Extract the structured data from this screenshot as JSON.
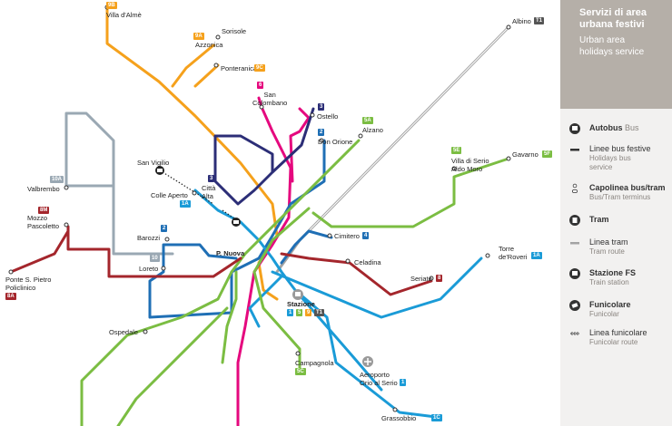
{
  "legend": {
    "title": "Servizi di area\nurbana festivi",
    "subtitle": "Urban area\nholidays service",
    "items": [
      {
        "icon": "bus-icon",
        "main": "Autobus",
        "en": "Bus"
      },
      {
        "icon": "holiday-bus-line-icon",
        "main": "Linee bus festive",
        "en": "Holidays bus\nservice"
      },
      {
        "icon": "terminus-icon",
        "main": "Capolinea bus/tram",
        "en": "Bus/Tram terminus"
      },
      {
        "icon": "tram-icon",
        "main": "Tram",
        "en": ""
      },
      {
        "icon": "tram-line-icon",
        "main": "Linea tram",
        "en": "Tram route"
      },
      {
        "icon": "train-station-icon",
        "main": "Stazione FS",
        "en": "Train station"
      },
      {
        "icon": "funicular-icon",
        "main": "Funicolare",
        "en": "Funicolar"
      },
      {
        "icon": "funicular-line-icon",
        "main": "Linea funicolare",
        "en": "Funicolar route"
      }
    ]
  },
  "colors": {
    "line_1": "#1a9bd7",
    "line_1A": "#1a9bd7",
    "line_1C": "#1a9bd7",
    "line_2": "#1f6fb5",
    "line_3": "#2c2e77",
    "line_5": "#7bbd42",
    "line_6": "#e5087e",
    "line_8": "#a4262c",
    "line_9": "#f5a11c",
    "line_10": "#9aa8b3",
    "line_T1": "#a3a3a3",
    "legend_header": "#b5afa8"
  },
  "stops": {
    "villa_almè": "Villa d'Almè",
    "sorisole": "Sorisole",
    "azzonica": "Azzonica",
    "ponteranica": "Ponteranica",
    "san_colombano": "San\nColombano",
    "ostello": "Ostello",
    "don_orione": "Don Orione",
    "alzano": "Alzano",
    "albino": "Albino",
    "villa_di_serio": "Villa di Serio\nAldo Moro",
    "gavarno": "Gavarno",
    "san_vigilio": "San Vigilio",
    "colle_aperto": "Colle Aperto",
    "citta_alta": "Città\nAlta",
    "valbrembo": "Valbrembo",
    "mozzo": "Mozzo\nPascoletto",
    "barozzi": "Barozzi",
    "cimitero": "Cimitero",
    "celadina": "Celadina",
    "p_nuova": "P. Nuova",
    "loreto": "Loreto",
    "ponte_s_pietro": "Ponte S. Pietro\nPoliclinico",
    "seriate": "Seriate",
    "torre_roveri": "Torre\nde'Roveri",
    "stazione": "Stazione",
    "ospedale": "Ospedale",
    "campagnola": "Campagnola",
    "aeroporto": "Aeroporto\nOrio al Serio",
    "grassobbio": "Grassobbio"
  },
  "badges": {
    "b_9b": "9B",
    "b_9a": "9A",
    "b_9c": "9C",
    "b_6": "6",
    "b_3": "3",
    "b_2": "2",
    "b_5a": "5A",
    "b_t1": "T1",
    "b_5e": "5E",
    "b_5f": "5F",
    "b_3b": "3",
    "b_1a": "1A",
    "b_10a": "10A",
    "b_8m": "8M",
    "b_2b": "2",
    "b_4": "4",
    "b_10": "10",
    "b_8a": "8A",
    "b_8": "8",
    "b_1ar": "1A",
    "b_st1": "1",
    "b_st5": "5",
    "b_st9": "9",
    "b_stt1": "T1",
    "b_5c": "5C",
    "b_1": "1",
    "b_1c": "1C"
  }
}
